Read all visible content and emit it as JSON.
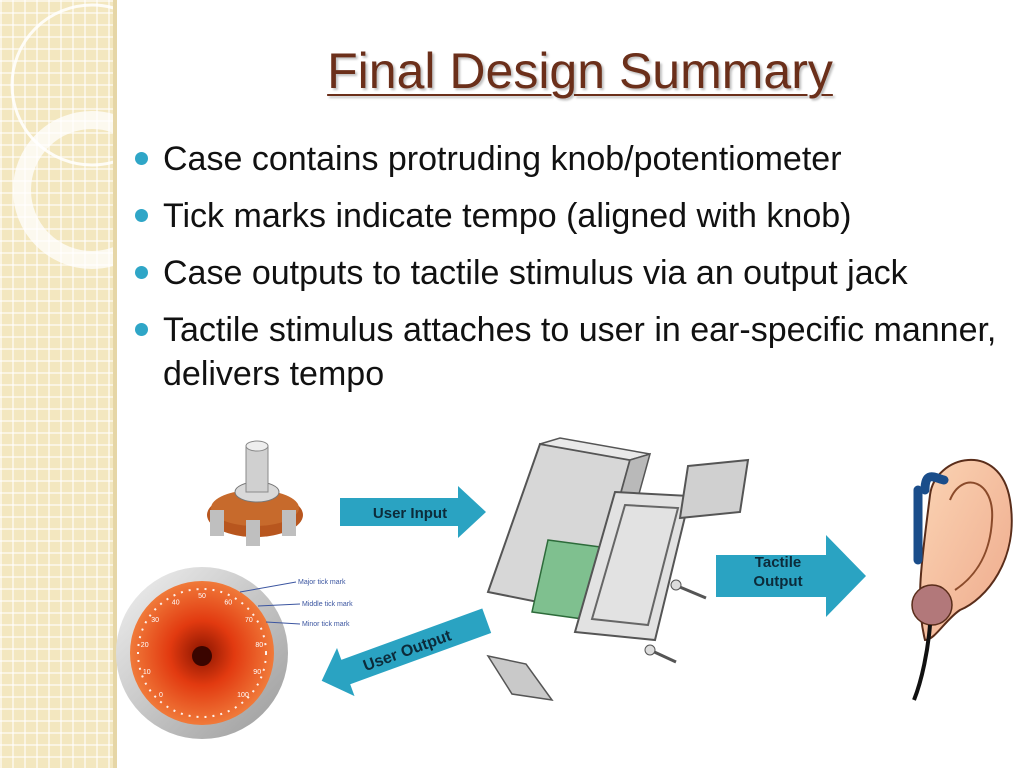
{
  "slide": {
    "title": "Final Design Summary",
    "bullets": [
      "Case contains protruding knob/potentiometer",
      "Tick marks indicate tempo (aligned with knob)",
      "Case outputs to tactile stimulus via an output jack",
      "Tactile stimulus attaches to user in ear-specific manner, delivers tempo"
    ]
  },
  "diagram": {
    "arrows": {
      "user_input": "User Input",
      "tactile_output_line1": "Tactile",
      "tactile_output_line2": "Output",
      "user_output": "User Output"
    },
    "dial": {
      "tick_labels": [
        "0",
        "10",
        "20",
        "30",
        "40",
        "50",
        "60",
        "70",
        "80",
        "90",
        "100"
      ],
      "annotations": [
        "Major tick mark",
        "Middle tick mark",
        "Minor tick mark"
      ]
    }
  },
  "colors": {
    "title": "#6b2f1a",
    "bullet": "#2fa6c7",
    "arrow_fill": "#2aa3c2",
    "sidebar": "#f3e7bf"
  }
}
